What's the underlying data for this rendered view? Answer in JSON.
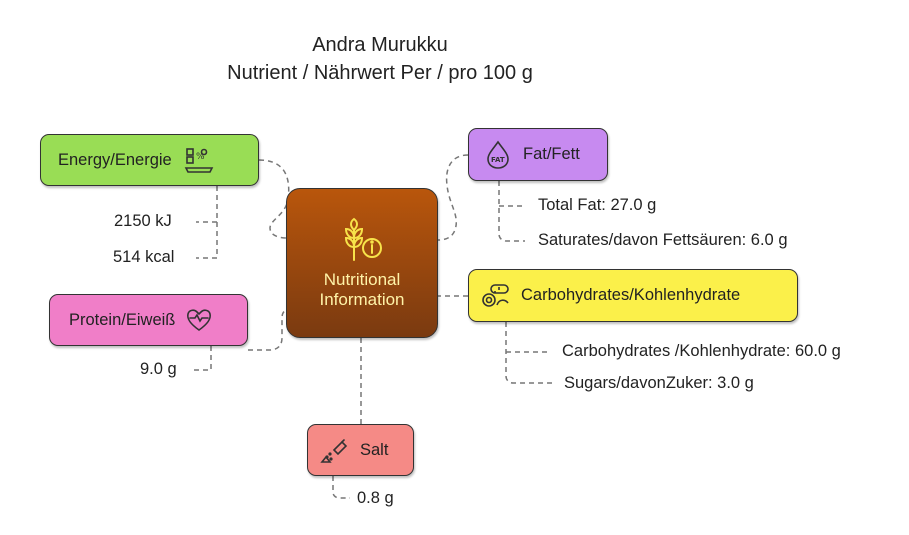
{
  "header": {
    "title_line1": "Andra Murukku",
    "title_line2": "Nutrient / Nährwert Per / pro 100 g"
  },
  "center": {
    "label_line1": "Nutritional",
    "label_line2": "Information",
    "icon": "wheat-info-icon",
    "fill": "#b9560c",
    "fill_bottom": "#7a3a10"
  },
  "nodes": {
    "energy": {
      "label": "Energy/Energie",
      "icon": "energy-scale-icon",
      "color": "#99dd55",
      "values": [
        "2150 kJ",
        "514 kcal"
      ]
    },
    "protein": {
      "label": "Protein/Eiweiß",
      "icon": "heart-muscle-icon",
      "color": "#f07ec8",
      "values": [
        "9.0 g"
      ]
    },
    "fat": {
      "label": "Fat/Fett",
      "icon": "fat-drop-icon",
      "color": "#c78af0",
      "values": [
        "Total Fat: 27.0 g",
        "Saturates/davon Fettsäuren: 6.0 g"
      ]
    },
    "carbs": {
      "label": "Carbohydrates/Kohlenhydrate",
      "icon": "bread-icon",
      "color": "#fbf04a",
      "values": [
        "Carbohydrates /Kohlenhydrate: 60.0 g",
        "Sugars/davonZuker: 3.0 g"
      ]
    },
    "salt": {
      "label": "Salt",
      "icon": "salt-shaker-icon",
      "color": "#f58a86",
      "values": [
        "0.8 g"
      ]
    }
  }
}
